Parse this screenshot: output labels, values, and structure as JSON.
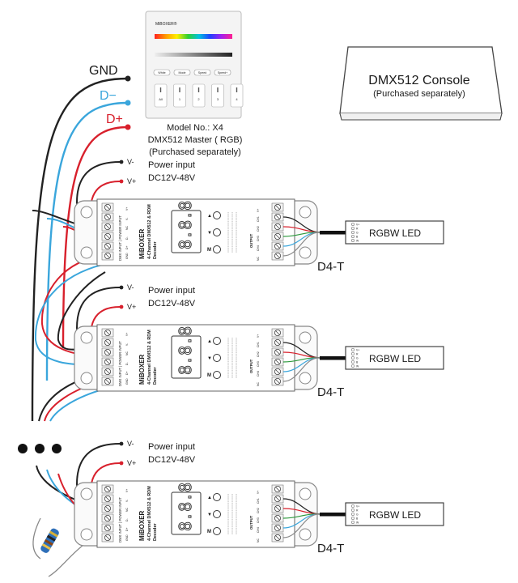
{
  "bus": {
    "gnd": "GND",
    "dminus": "D−",
    "dplus": "D+",
    "more": "• • •"
  },
  "master": {
    "brand": "MiBOXER®",
    "buttons": [
      "White",
      "Mode",
      "Speed",
      "Speed+"
    ],
    "zone_labels": [
      "All",
      "1",
      "2",
      "3",
      "4"
    ],
    "model": "Model No.: X4",
    "name": "DMX512 Master ( RGB)",
    "note": "(Purchased separately)"
  },
  "console": {
    "title": "DMX512 Console",
    "note": "(Purchased separately)"
  },
  "power": {
    "vminus": "V-",
    "vplus": "V+",
    "label": "Power input",
    "range": "DC12V-48V"
  },
  "decoder": {
    "brand": "MiBOXER",
    "desc1": "4-Channel DMX512 & RDM",
    "desc2": "Decoder",
    "display": "8.8.8",
    "m_label": "M",
    "up": "▲",
    "down": "▼",
    "left_header": "DMX INPUT | POWER INPUT",
    "left_pins": [
      "GND",
      "D+",
      "D-",
      "NC",
      "V-",
      "V+"
    ],
    "output_header": "OUTPUT",
    "output_pins": [
      "NC",
      "CH4",
      "CH3",
      "CH2",
      "CH1",
      "V+"
    ],
    "model_tag": "D4-T"
  },
  "led": {
    "label": "RGBW LED",
    "pins": [
      "V+",
      "R",
      "G",
      "B",
      "W"
    ]
  },
  "colors": {
    "gnd": "#222222",
    "blue": "#3aa6dc",
    "red": "#d8202c",
    "green": "#2e9a3e"
  }
}
